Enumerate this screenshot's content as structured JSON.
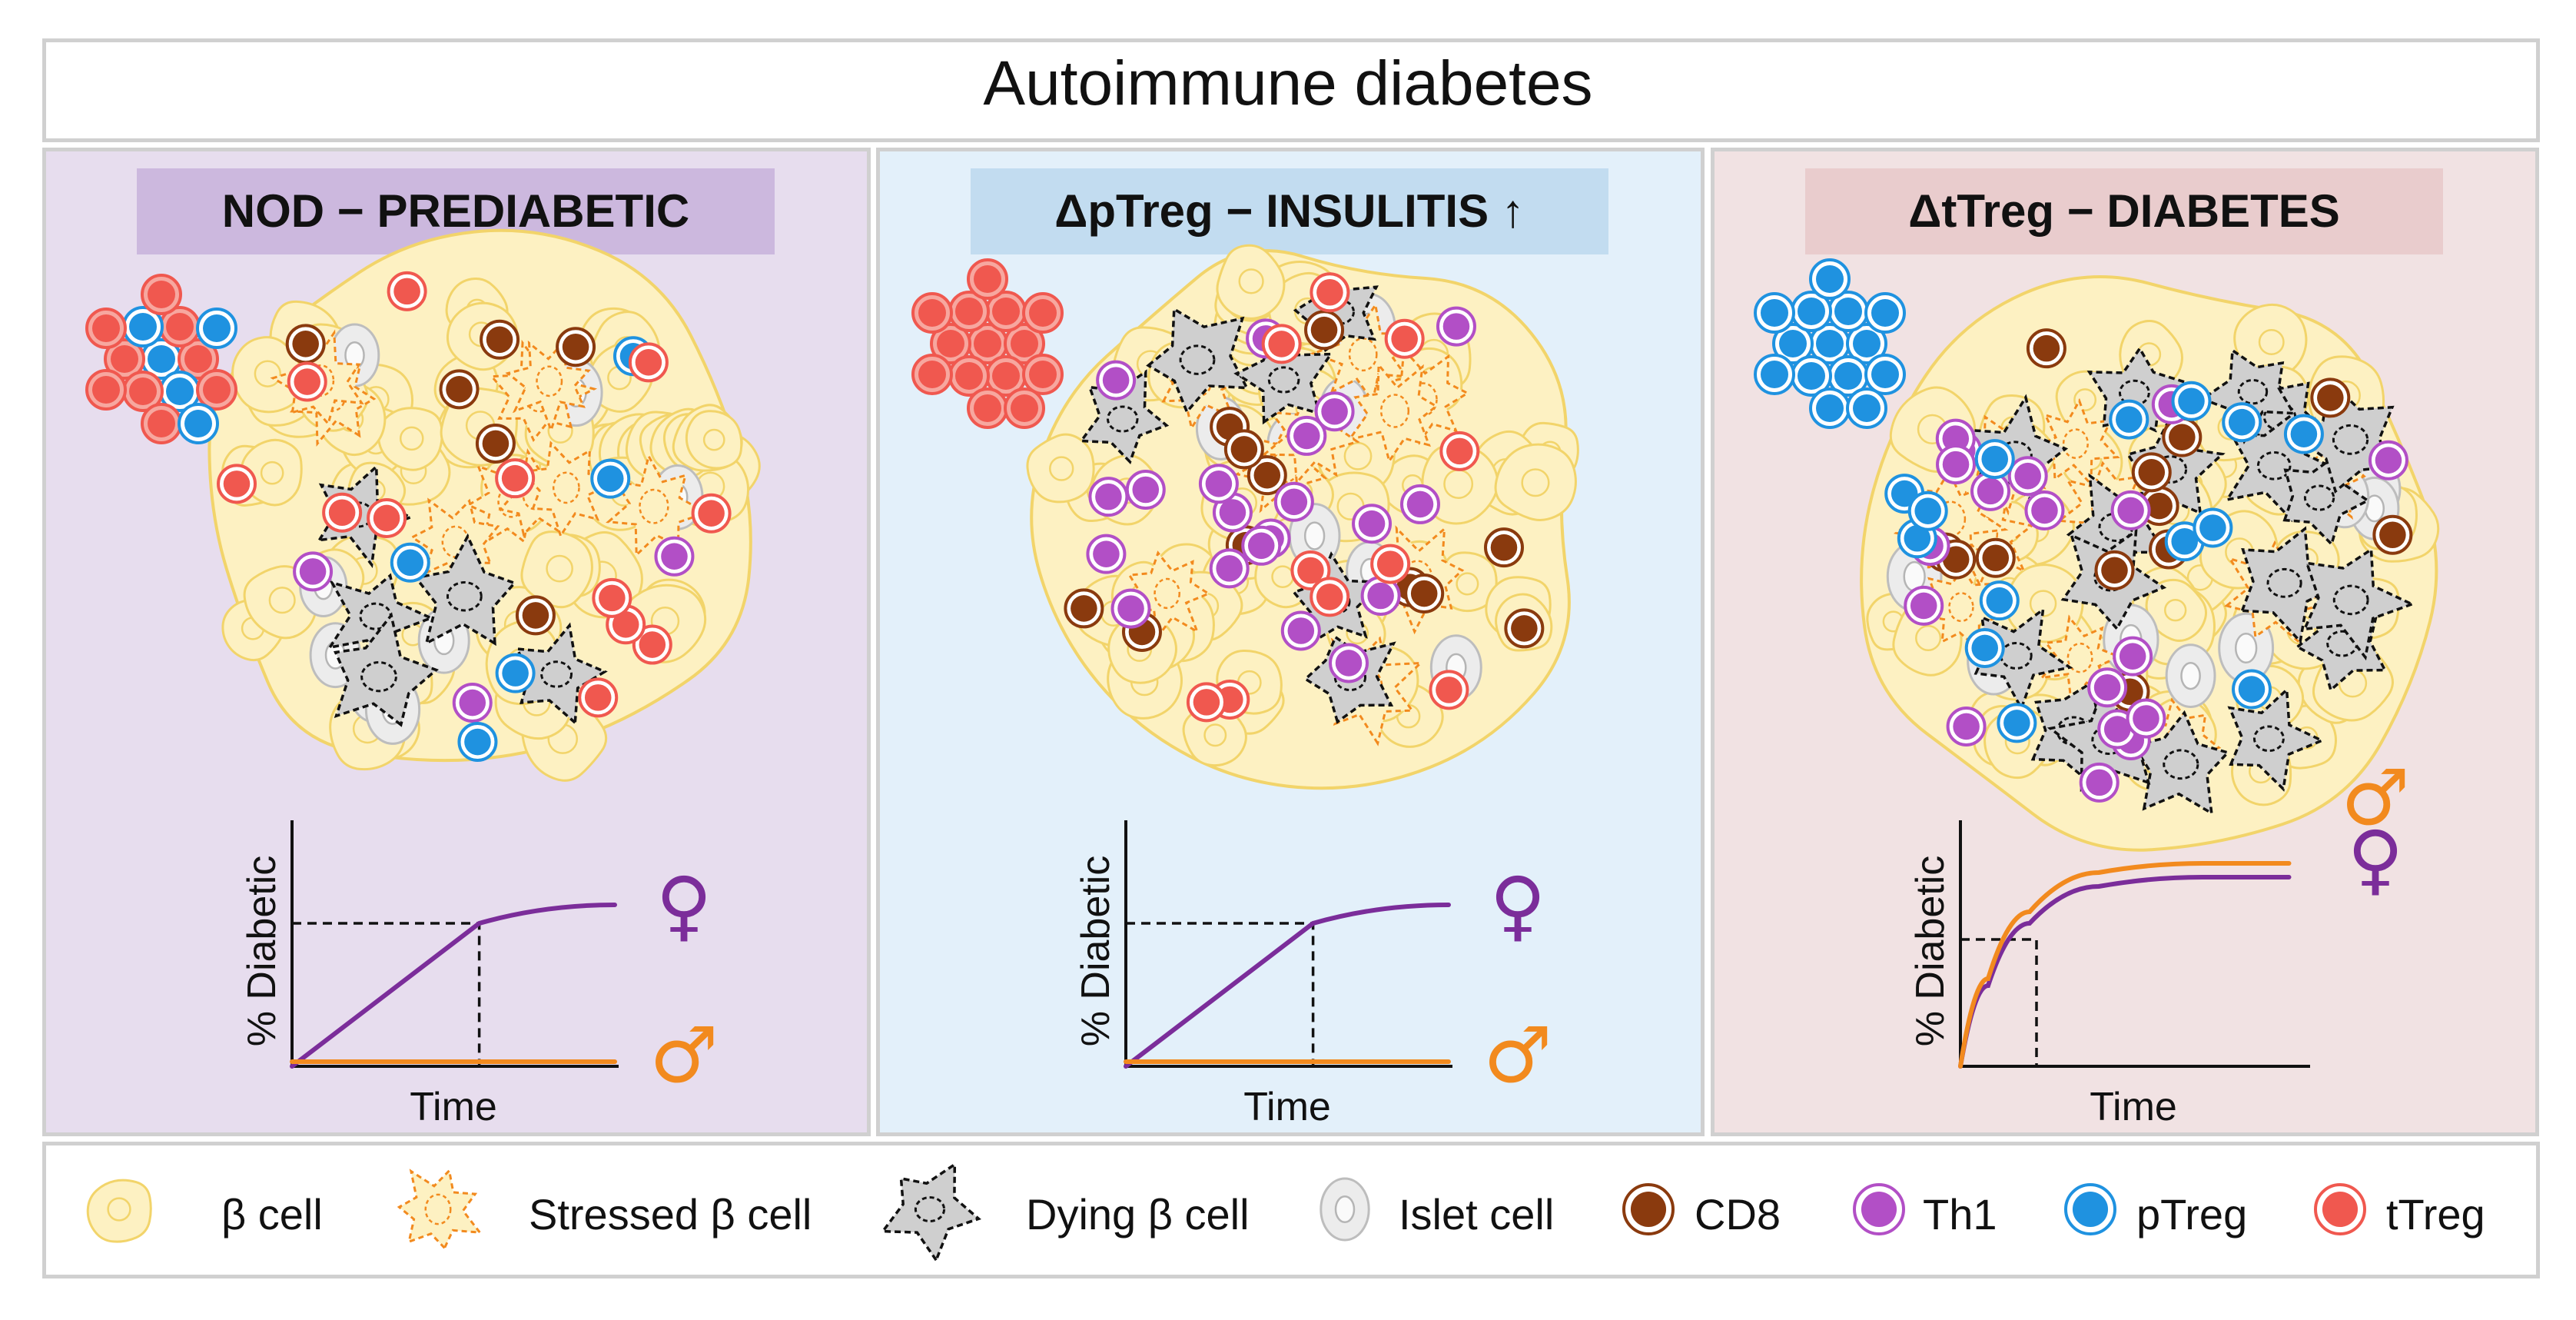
{
  "title": "Autoimmune diabetes",
  "panels": [
    {
      "label": "NOD − PREDIABETIC",
      "xlabel": "Time",
      "ylabel": "% Diabetic",
      "female_symbol": "♀",
      "male_symbol": "♂"
    },
    {
      "label": "ΔpTreg − INSULITIS ↑",
      "xlabel": "Time",
      "ylabel": "% Diabetic",
      "female_symbol": "♀",
      "male_symbol": "♂"
    },
    {
      "label": "ΔtTreg − DIABETES",
      "xlabel": "Time",
      "ylabel": "% Diabetic",
      "female_symbol": "♀",
      "male_symbol": "♂"
    }
  ],
  "legend": [
    {
      "key": "beta",
      "label": "β cell"
    },
    {
      "key": "stressed",
      "label": "Stressed β cell"
    },
    {
      "key": "dying",
      "label": "Dying β cell"
    },
    {
      "key": "islet",
      "label": "Islet cell"
    },
    {
      "key": "cd8",
      "label": "CD8"
    },
    {
      "key": "th1",
      "label": "Th1"
    },
    {
      "key": "ptreg",
      "label": "pTreg"
    },
    {
      "key": "ttreg",
      "label": "tTreg"
    }
  ],
  "colors": {
    "female": "#7b2d9a",
    "male": "#f28a1e",
    "beta_fill": "#fdf1c2",
    "beta_stroke": "#f2d46a",
    "stressed_stroke": "#f28a1e",
    "dying_fill": "#cfcfcf",
    "islet_fill": "#ececec",
    "cd8": "#8a3a0e",
    "th1": "#b24fc6",
    "ptreg": "#1f92e0",
    "ttreg": "#f0584f"
  },
  "chart_data": [
    {
      "type": "line",
      "title": "",
      "xlabel": "Time",
      "ylabel": "% Diabetic",
      "series": [
        {
          "x": [
            0,
            0.58,
            0.78,
            1.0
          ],
          "y": [
            0,
            0.62,
            0.7,
            0.7
          ]
        },
        {
          "x": [
            0,
            1.0
          ],
          "y": [
            0.02,
            0.02
          ]
        }
      ],
      "reference": {
        "x": 0.58,
        "y": 0.62
      }
    },
    {
      "type": "line",
      "title": "",
      "xlabel": "Time",
      "ylabel": "% Diabetic",
      "series": [
        {
          "x": [
            0,
            0.58,
            0.78,
            1.0
          ],
          "y": [
            0,
            0.62,
            0.7,
            0.7
          ]
        },
        {
          "x": [
            0,
            1.0
          ],
          "y": [
            0.02,
            0.02
          ]
        }
      ],
      "reference": {
        "x": 0.58,
        "y": 0.62
      }
    },
    {
      "type": "line",
      "title": "",
      "xlabel": "Time",
      "ylabel": "% Diabetic",
      "series": [
        {
          "x": [
            0,
            0.08,
            0.2,
            0.4,
            0.7,
            0.95
          ],
          "y": [
            0,
            0.35,
            0.62,
            0.78,
            0.82,
            0.82
          ]
        },
        {
          "x": [
            0,
            0.08,
            0.2,
            0.4,
            0.7,
            0.95
          ],
          "y": [
            0,
            0.38,
            0.67,
            0.84,
            0.88,
            0.88
          ]
        }
      ],
      "reference": {
        "x": 0.22,
        "y": 0.55
      }
    }
  ]
}
